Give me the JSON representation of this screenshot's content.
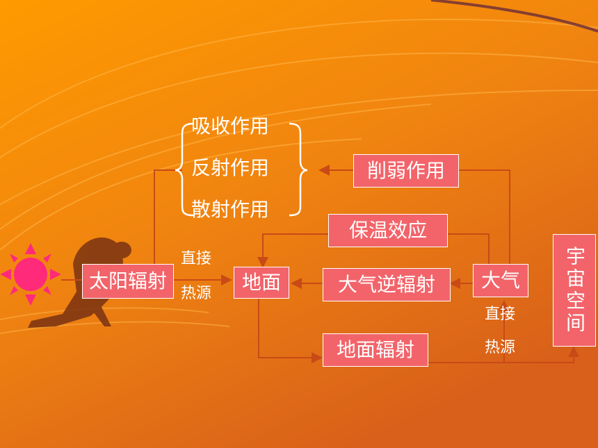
{
  "effects": [
    "吸收作用",
    "反射作用",
    "散射作用"
  ],
  "boxes": {
    "weaken": "削弱作用",
    "greenhouse": "保温效应",
    "solar": "太阳辐射",
    "ground": "地面",
    "counter": "大气逆辐射",
    "atmosphere": "大气",
    "ground_rad": "地面辐射",
    "space": "宇宙空间"
  },
  "labels": {
    "direct_heat_left_1": "直接",
    "direct_heat_left_2": "热源",
    "direct_heat_right_1": "直接",
    "direct_heat_right_2": "热源"
  },
  "colors": {
    "bg_top": "#ff9800",
    "bg_bottom": "#e06810",
    "box_fill": "#f2646a",
    "line": "#c84a16",
    "sun": "#ff2a7a"
  }
}
